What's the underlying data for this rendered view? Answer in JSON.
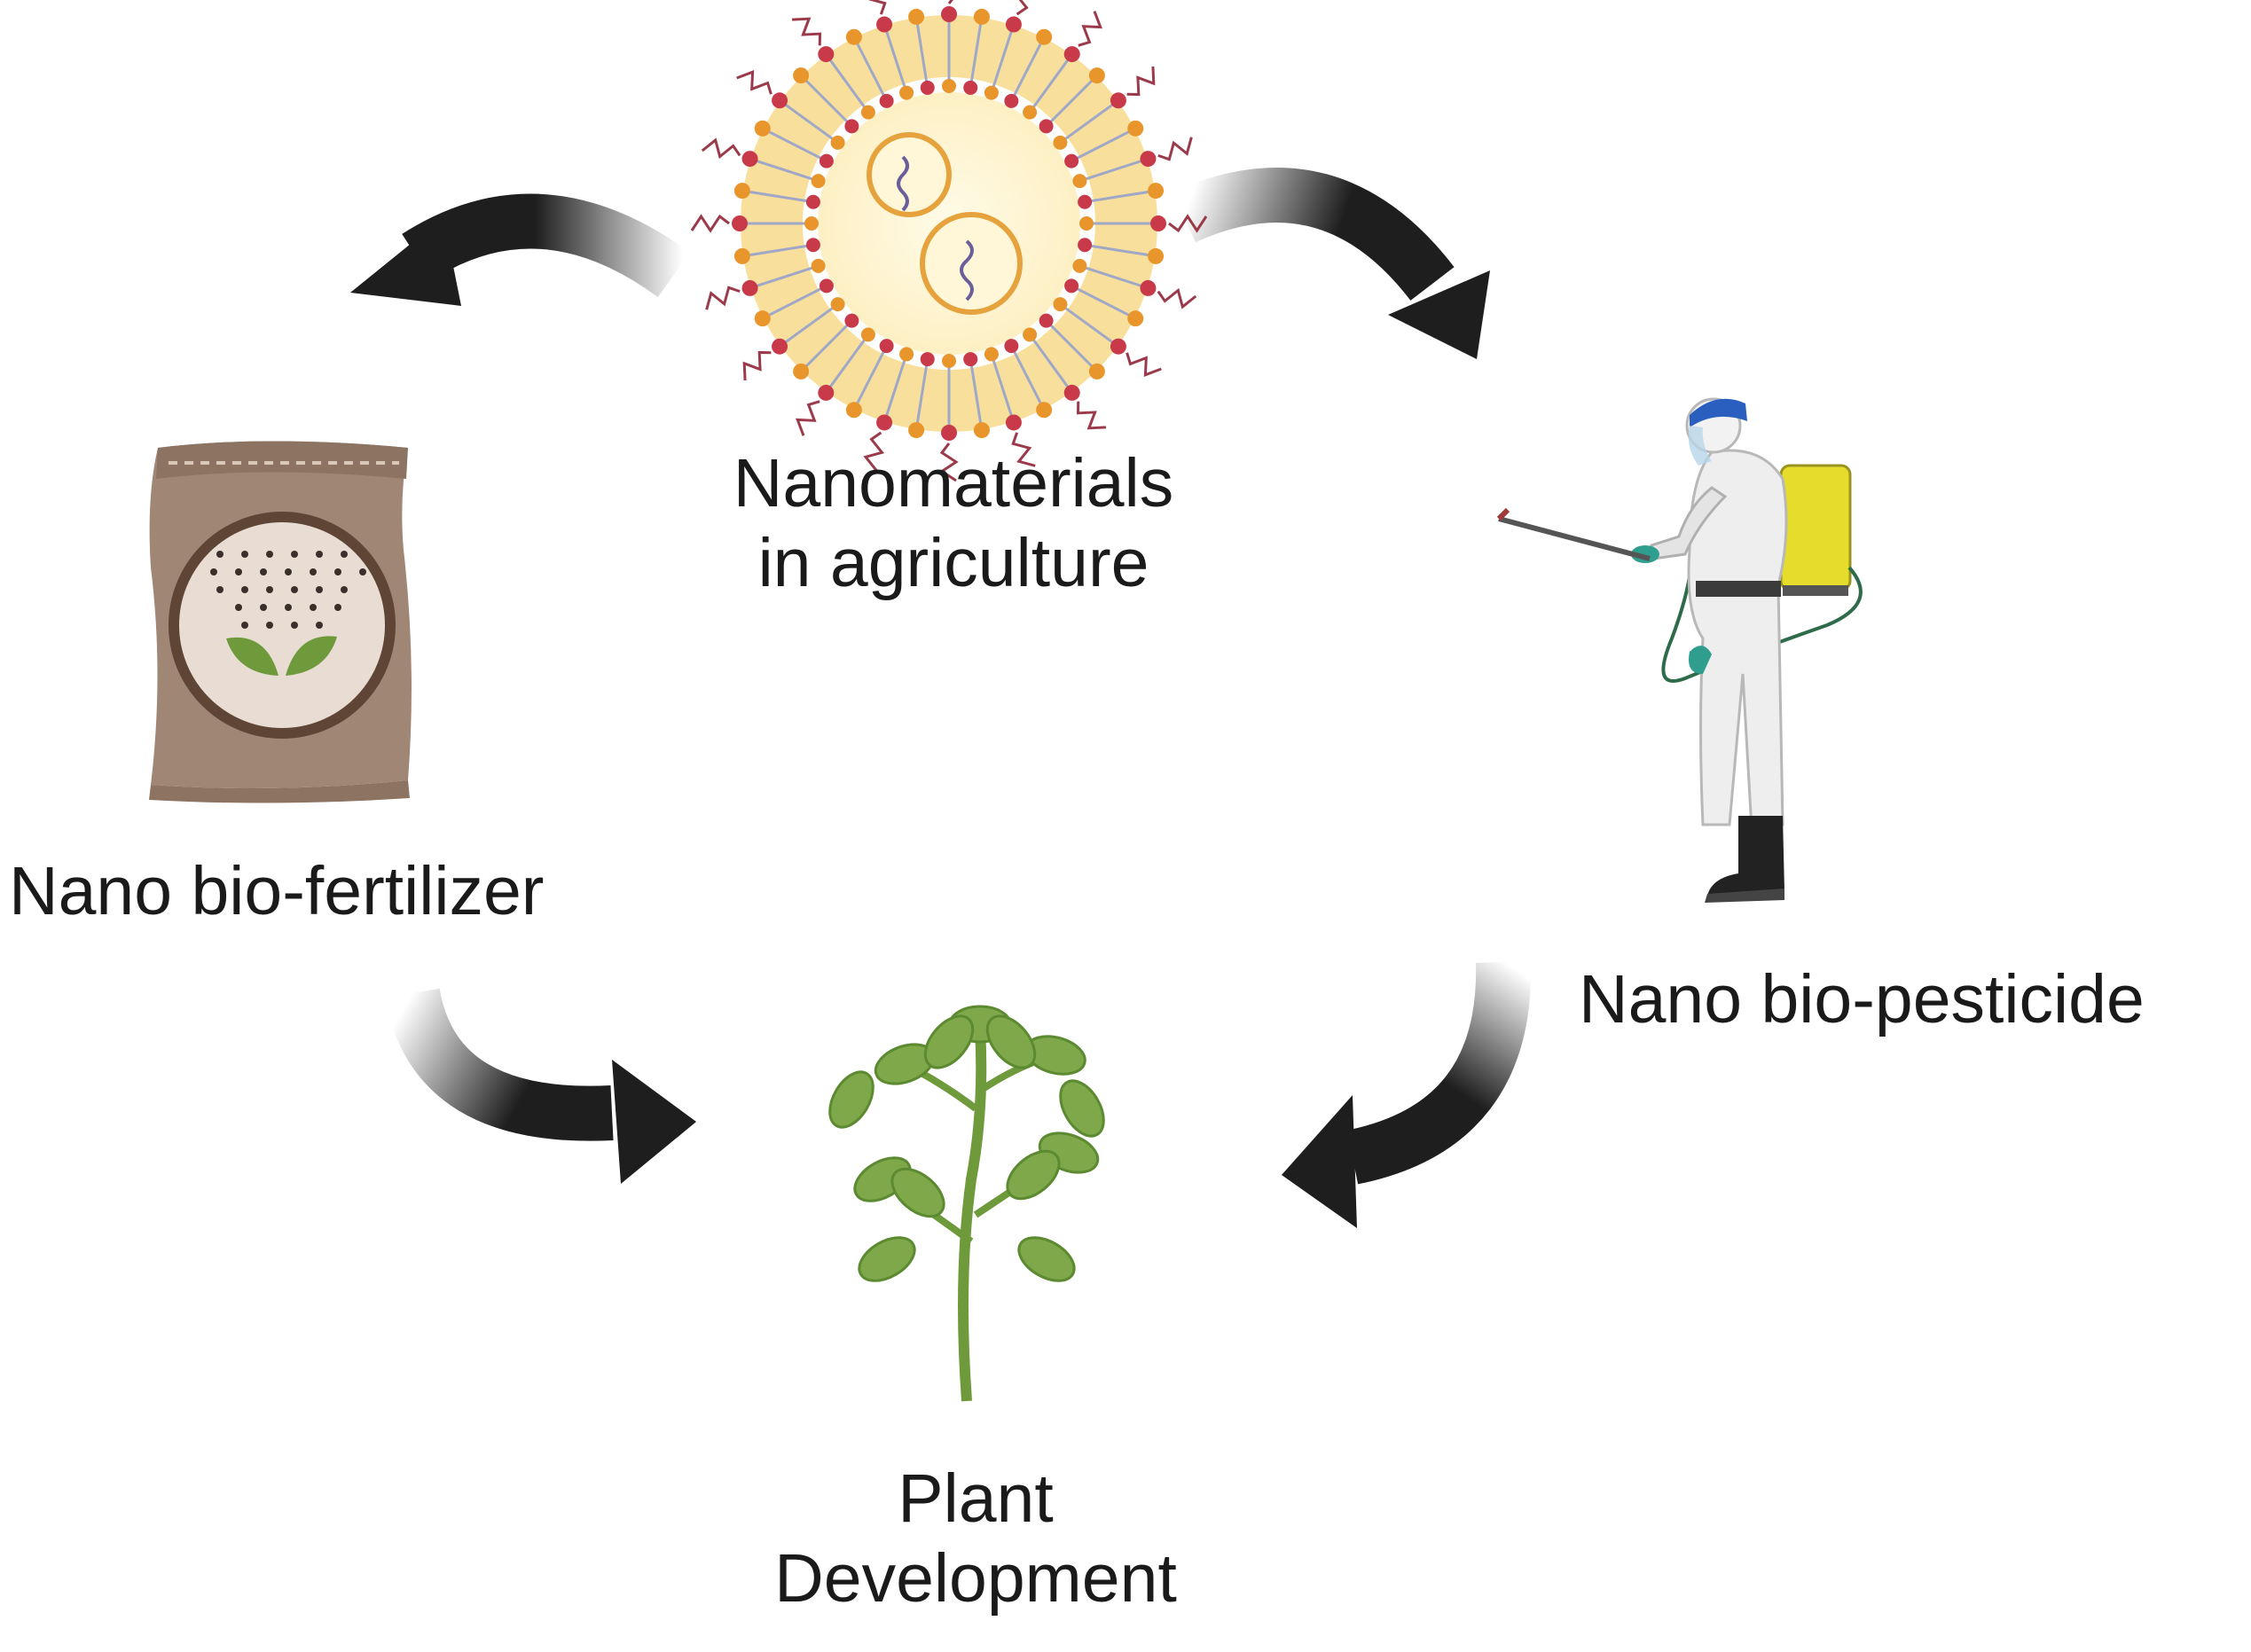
{
  "diagram": {
    "nodes": {
      "nanomaterials": {
        "line1": "Nanomaterials",
        "line2": "in agriculture",
        "icon": "liposome-nanoparticle-icon"
      },
      "fertilizer": {
        "label": "Nano bio-fertilizer",
        "icon": "fertilizer-bag-icon"
      },
      "pesticide": {
        "label": "Nano bio-pesticide",
        "icon": "sprayer-worker-icon"
      },
      "plant": {
        "line1": "Plant",
        "line2": "Development",
        "icon": "plant-icon"
      }
    },
    "edges": [
      {
        "from": "Nanomaterials in agriculture",
        "to": "Nano bio-fertilizer"
      },
      {
        "from": "Nanomaterials in agriculture",
        "to": "Nano bio-pesticide"
      },
      {
        "from": "Nano bio-fertilizer",
        "to": "Plant Development"
      },
      {
        "from": "Nano bio-pesticide",
        "to": "Plant Development"
      }
    ],
    "colors": {
      "arrow": "#1e1e1e",
      "text": "#1a1a1a",
      "leaf_green": "#6e9a3c",
      "bag_brown": "#a08775",
      "tank_yellow": "#e5dc2c",
      "helmet_blue": "#2a5fc0",
      "glove_teal": "#2f9e8f"
    }
  }
}
